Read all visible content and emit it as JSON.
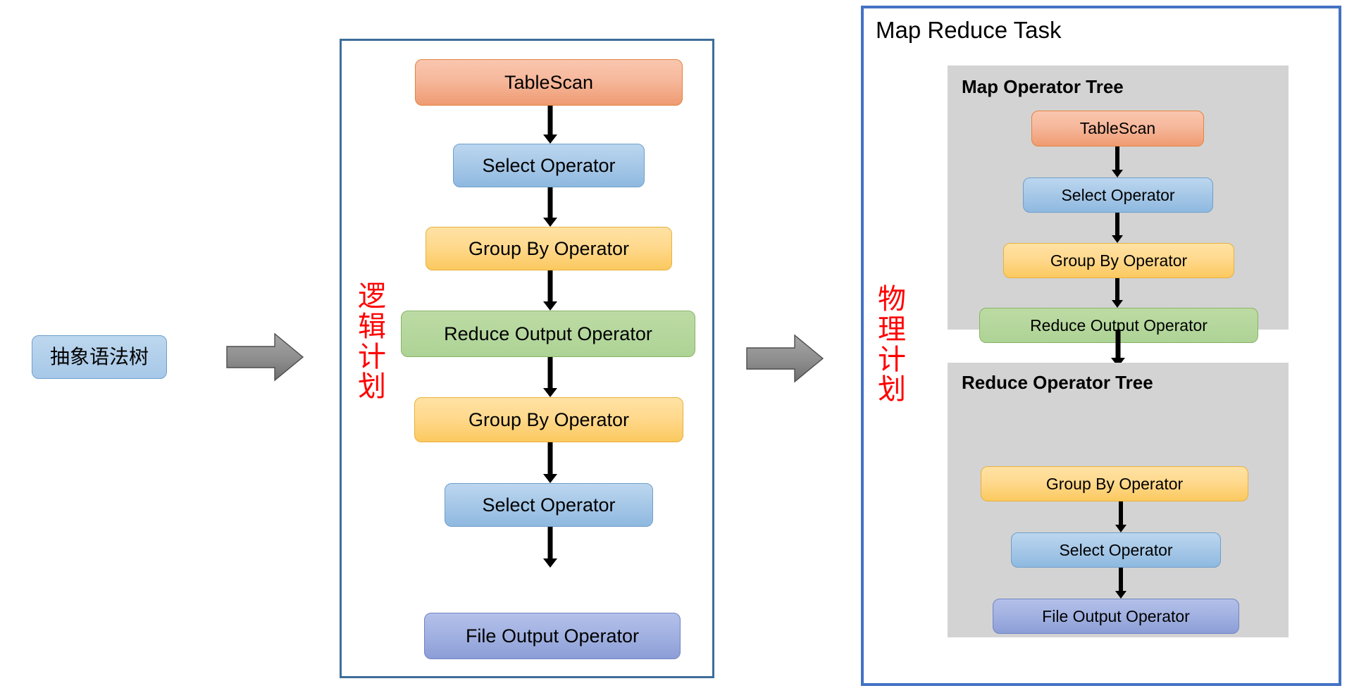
{
  "diagram": {
    "title": "Hive SQL compilation: AST to Logical Plan to Physical Plan",
    "source_node": {
      "label": "抽象语法树"
    },
    "arrows": {
      "ast_to_logical": "block-arrow-right",
      "logical_to_physical": "block-arrow-right",
      "connector": "down-arrow"
    },
    "logical_plan": {
      "vertical_label": "逻辑计划",
      "vertical_label_chars": [
        "逻",
        "辑",
        "计",
        "划"
      ],
      "border_color": "#3d6d99",
      "nodes": [
        {
          "label": "TableScan",
          "color": "orange"
        },
        {
          "label": "Select Operator",
          "color": "blue"
        },
        {
          "label": "Group By Operator",
          "color": "yellow"
        },
        {
          "label": "Reduce Output Operator",
          "color": "green"
        },
        {
          "label": "Group By Operator",
          "color": "yellow"
        },
        {
          "label": "Select Operator",
          "color": "blue"
        },
        {
          "label": "File Output Operator",
          "color": "periwinkle"
        }
      ]
    },
    "physical_plan": {
      "vertical_label": "物理计划",
      "vertical_label_chars": [
        "物",
        "理",
        "计",
        "划"
      ],
      "border_color": "#4472c4",
      "panel_title": "Map Reduce Task",
      "subtrees": [
        {
          "title": "Map Operator Tree",
          "background": "#d3d3d3",
          "nodes": [
            {
              "label": "TableScan",
              "color": "orange"
            },
            {
              "label": "Select Operator",
              "color": "blue"
            },
            {
              "label": "Group By Operator",
              "color": "yellow"
            },
            {
              "label": "Reduce Output Operator",
              "color": "green"
            }
          ]
        },
        {
          "title": "Reduce Operator Tree",
          "background": "#d3d3d3",
          "nodes": [
            {
              "label": "Group By Operator",
              "color": "yellow"
            },
            {
              "label": "Select Operator",
              "color": "blue"
            },
            {
              "label": "File Output Operator",
              "color": "periwinkle"
            }
          ]
        }
      ]
    },
    "colors": {
      "orange": "#f2a37a",
      "blue": "#a8c9e8",
      "yellow": "#ffd98e",
      "green": "#aed396",
      "periwinkle": "#9fb0dd",
      "lightblue": "#b0cde8",
      "red_label": "#ff0000",
      "gray_arrow": "#808080",
      "gray_panel": "#d3d3d3",
      "logical_border": "#3d6d99",
      "physical_border": "#4472c4"
    }
  }
}
